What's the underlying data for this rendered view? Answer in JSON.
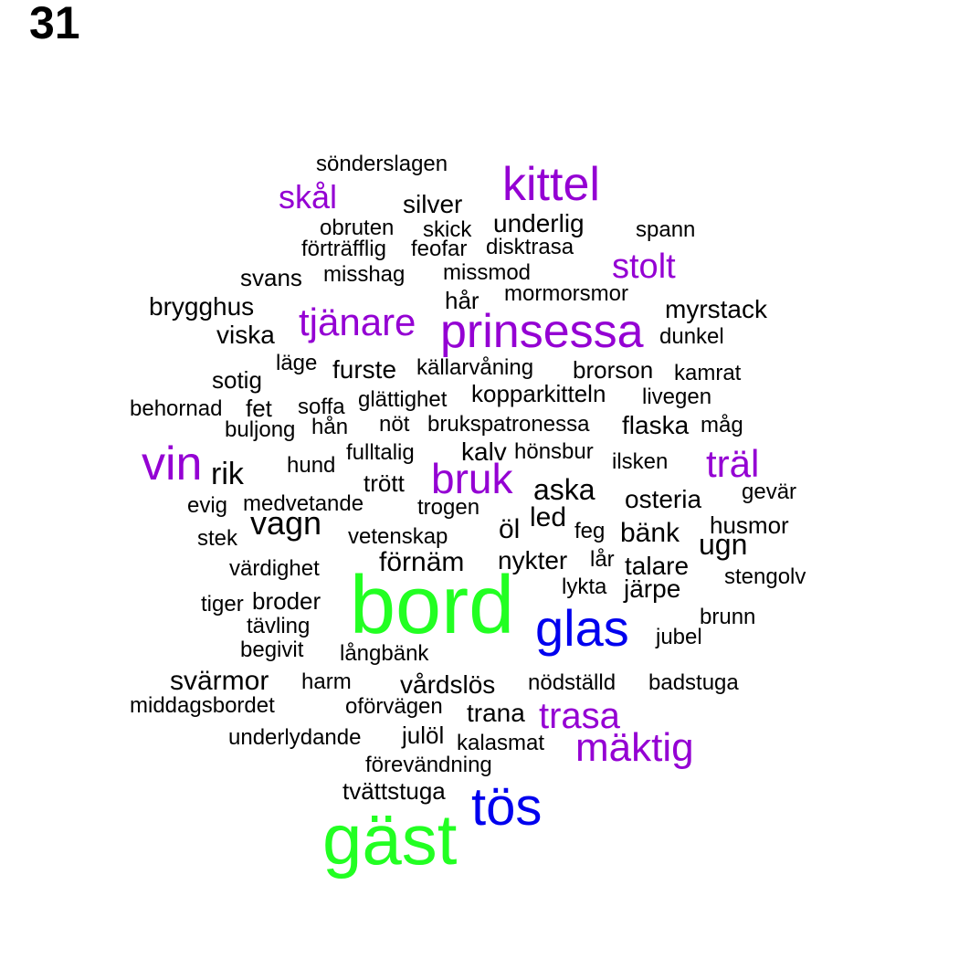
{
  "panel_number": "31",
  "colors": {
    "green": "#22ff22",
    "blue": "#0000ee",
    "purple": "#9400d3",
    "black": "#000000"
  },
  "words": [
    {
      "text": "sönderslagen",
      "color": "black"
    },
    {
      "text": "kittel",
      "color": "purple"
    },
    {
      "text": "skål",
      "color": "purple"
    },
    {
      "text": "silver",
      "color": "black"
    },
    {
      "text": "obruten",
      "color": "black"
    },
    {
      "text": "skick",
      "color": "black"
    },
    {
      "text": "underlig",
      "color": "black"
    },
    {
      "text": "spann",
      "color": "black"
    },
    {
      "text": "förträfflig",
      "color": "black"
    },
    {
      "text": "feofar",
      "color": "black"
    },
    {
      "text": "disktrasa",
      "color": "black"
    },
    {
      "text": "stolt",
      "color": "purple"
    },
    {
      "text": "svans",
      "color": "black"
    },
    {
      "text": "misshag",
      "color": "black"
    },
    {
      "text": "missmod",
      "color": "black"
    },
    {
      "text": "mormorsmor",
      "color": "black"
    },
    {
      "text": "hår",
      "color": "black"
    },
    {
      "text": "brygghus",
      "color": "black"
    },
    {
      "text": "tjänare",
      "color": "purple"
    },
    {
      "text": "prinsessa",
      "color": "purple"
    },
    {
      "text": "myrstack",
      "color": "black"
    },
    {
      "text": "viska",
      "color": "black"
    },
    {
      "text": "dunkel",
      "color": "black"
    },
    {
      "text": "läge",
      "color": "black"
    },
    {
      "text": "furste",
      "color": "black"
    },
    {
      "text": "källarvåning",
      "color": "black"
    },
    {
      "text": "brorson",
      "color": "black"
    },
    {
      "text": "kamrat",
      "color": "black"
    },
    {
      "text": "sotig",
      "color": "black"
    },
    {
      "text": "kopparkitteln",
      "color": "black"
    },
    {
      "text": "glättighet",
      "color": "black"
    },
    {
      "text": "livegen",
      "color": "black"
    },
    {
      "text": "behornad",
      "color": "black"
    },
    {
      "text": "fet",
      "color": "black"
    },
    {
      "text": "soffa",
      "color": "black"
    },
    {
      "text": "buljong",
      "color": "black"
    },
    {
      "text": "hån",
      "color": "black"
    },
    {
      "text": "nöt",
      "color": "black"
    },
    {
      "text": "brukspatronessa",
      "color": "black"
    },
    {
      "text": "flaska",
      "color": "black"
    },
    {
      "text": "måg",
      "color": "black"
    },
    {
      "text": "vin",
      "color": "purple"
    },
    {
      "text": "fulltalig",
      "color": "black"
    },
    {
      "text": "kalv",
      "color": "black"
    },
    {
      "text": "hönsbur",
      "color": "black"
    },
    {
      "text": "träl",
      "color": "purple"
    },
    {
      "text": "rik",
      "color": "black"
    },
    {
      "text": "hund",
      "color": "black"
    },
    {
      "text": "ilsken",
      "color": "black"
    },
    {
      "text": "bruk",
      "color": "purple"
    },
    {
      "text": "trött",
      "color": "black"
    },
    {
      "text": "aska",
      "color": "black"
    },
    {
      "text": "gevär",
      "color": "black"
    },
    {
      "text": "evig",
      "color": "black"
    },
    {
      "text": "medvetande",
      "color": "black"
    },
    {
      "text": "trogen",
      "color": "black"
    },
    {
      "text": "osteria",
      "color": "black"
    },
    {
      "text": "vagn",
      "color": "black"
    },
    {
      "text": "led",
      "color": "black"
    },
    {
      "text": "husmor",
      "color": "black"
    },
    {
      "text": "öl",
      "color": "black"
    },
    {
      "text": "stek",
      "color": "black"
    },
    {
      "text": "vetenskap",
      "color": "black"
    },
    {
      "text": "feg",
      "color": "black"
    },
    {
      "text": "bänk",
      "color": "black"
    },
    {
      "text": "ugn",
      "color": "black"
    },
    {
      "text": "förnäm",
      "color": "black"
    },
    {
      "text": "nykter",
      "color": "black"
    },
    {
      "text": "lår",
      "color": "black"
    },
    {
      "text": "värdighet",
      "color": "black"
    },
    {
      "text": "talare",
      "color": "black"
    },
    {
      "text": "stengolv",
      "color": "black"
    },
    {
      "text": "lykta",
      "color": "black"
    },
    {
      "text": "järpe",
      "color": "black"
    },
    {
      "text": "bord",
      "color": "green"
    },
    {
      "text": "tiger",
      "color": "black"
    },
    {
      "text": "broder",
      "color": "black"
    },
    {
      "text": "glas",
      "color": "blue"
    },
    {
      "text": "brunn",
      "color": "black"
    },
    {
      "text": "tävling",
      "color": "black"
    },
    {
      "text": "jubel",
      "color": "black"
    },
    {
      "text": "begivit",
      "color": "black"
    },
    {
      "text": "långbänk",
      "color": "black"
    },
    {
      "text": "svärmor",
      "color": "black"
    },
    {
      "text": "harm",
      "color": "black"
    },
    {
      "text": "vårdslös",
      "color": "black"
    },
    {
      "text": "nödställd",
      "color": "black"
    },
    {
      "text": "badstuga",
      "color": "black"
    },
    {
      "text": "middagsbordet",
      "color": "black"
    },
    {
      "text": "oförvägen",
      "color": "black"
    },
    {
      "text": "trana",
      "color": "black"
    },
    {
      "text": "trasa",
      "color": "purple"
    },
    {
      "text": "julöl",
      "color": "black"
    },
    {
      "text": "underlydande",
      "color": "black"
    },
    {
      "text": "kalasmat",
      "color": "black"
    },
    {
      "text": "mäktig",
      "color": "purple"
    },
    {
      "text": "förevändning",
      "color": "black"
    },
    {
      "text": "tvättstuga",
      "color": "black"
    },
    {
      "text": "tös",
      "color": "blue"
    },
    {
      "text": "gäst",
      "color": "green"
    }
  ]
}
